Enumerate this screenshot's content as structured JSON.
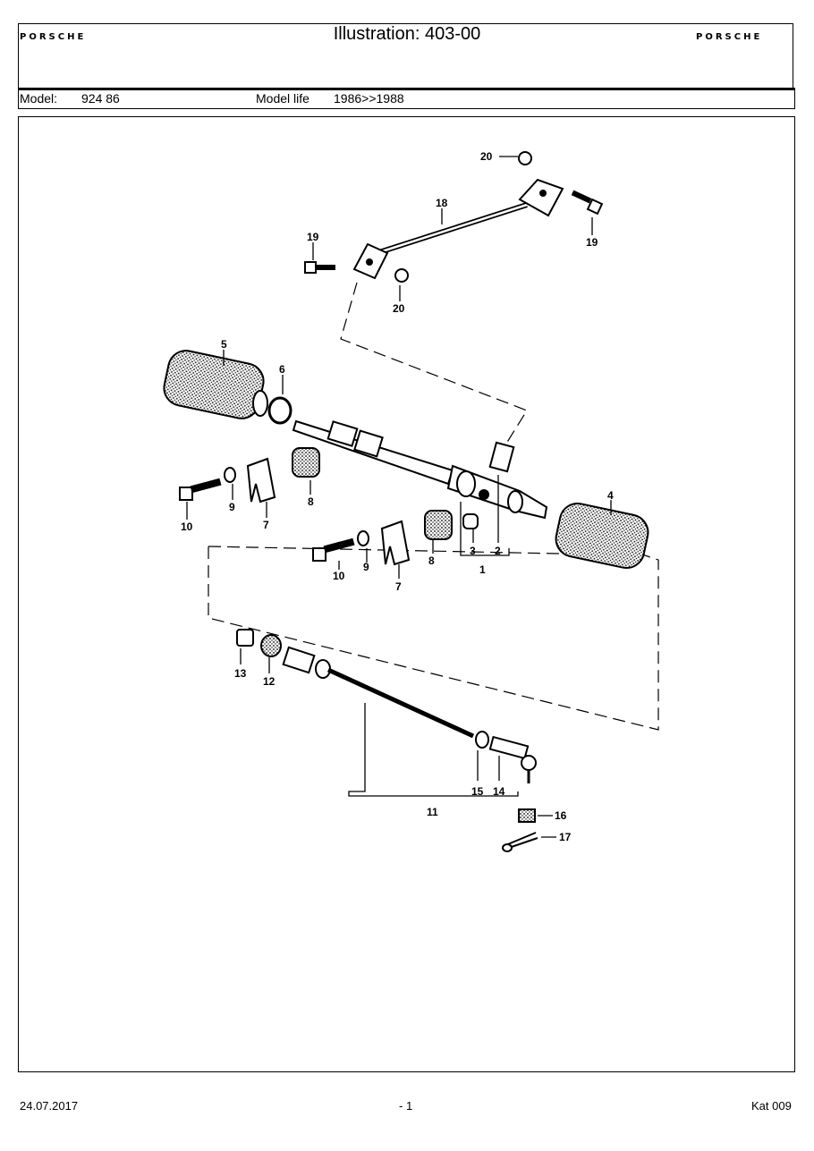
{
  "header": {
    "logo_left": "PORSCHE",
    "title": "Illustration: 403-00",
    "logo_right": "PORSCHE"
  },
  "model": {
    "model_label": "Model:",
    "model_value": "924 86",
    "life_label": "Model life",
    "life_value": "1986>>1988"
  },
  "callouts": {
    "c1": "1",
    "c2": "2",
    "c3": "3",
    "c4": "4",
    "c5": "5",
    "c6": "6",
    "c7a": "7",
    "c7b": "7",
    "c8a": "8",
    "c8b": "8",
    "c9a": "9",
    "c9b": "9",
    "c10a": "10",
    "c10b": "10",
    "c11": "11",
    "c12": "12",
    "c13": "13",
    "c14": "14",
    "c15": "15",
    "c16": "16",
    "c17": "17",
    "c18": "18",
    "c19a": "19",
    "c19b": "19",
    "c20a": "20",
    "c20b": "20"
  },
  "footer": {
    "date": "24.07.2017",
    "page": "- 1",
    "catalog": "Kat 009"
  }
}
